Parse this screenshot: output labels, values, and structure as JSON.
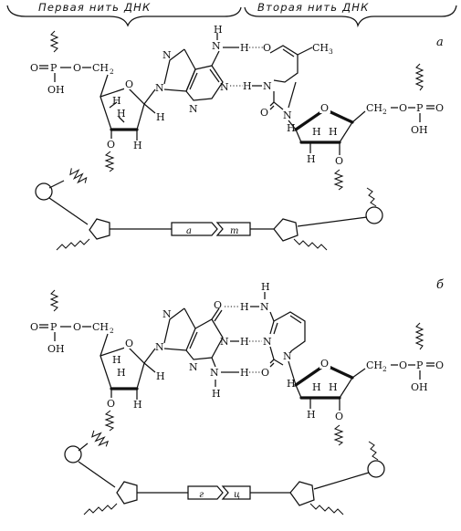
{
  "header": {
    "left": "Первая нить ДНК",
    "right": "Вторая нить ДНК"
  },
  "panels": [
    {
      "label": "а",
      "pair_box_left": "a",
      "pair_box_right": "m",
      "atoms": {
        "phosphate_P": "P",
        "phosphate_O": "O",
        "phosphate_OH": "OH",
        "ester_O": "O",
        "ch2": "CH",
        "ch2_sub": "2",
        "ring_O": "O",
        "sugar_H": "H",
        "sugar_O": "O",
        "base_N": "N",
        "base_H": "H",
        "hbond_O": "O",
        "methyl": "CH",
        "methyl_sub": "3"
      }
    },
    {
      "label": "б",
      "pair_box_left": "г",
      "pair_box_right": "ц",
      "atoms": {
        "phosphate_P": "P",
        "phosphate_O": "O",
        "phosphate_OH": "OH",
        "ester_O": "O",
        "ch2": "CH",
        "ch2_sub": "2",
        "ring_O": "O",
        "sugar_H": "H",
        "sugar_O": "O",
        "base_N": "N",
        "base_H": "H",
        "hbond_O": "O"
      }
    }
  ]
}
